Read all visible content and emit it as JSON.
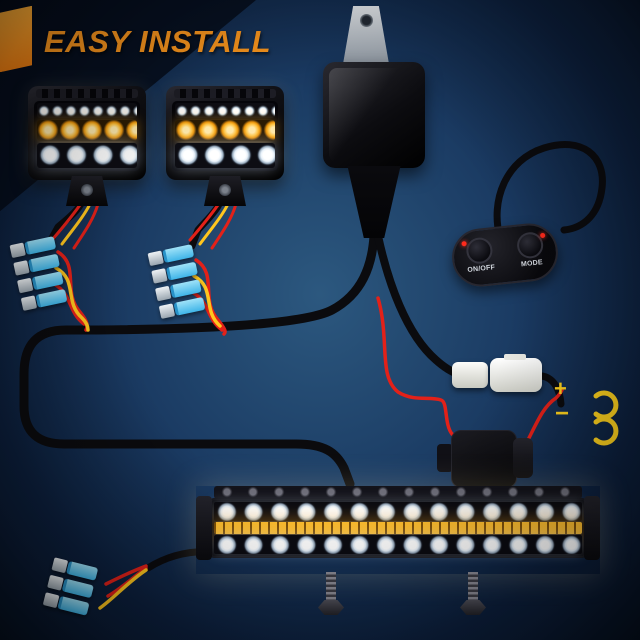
{
  "badge": {
    "label": "EASY INSTALL"
  },
  "switch_panel": {
    "power_label": "ON/OFF",
    "mode_label": "MODE"
  },
  "battery": {
    "positive_label": "+",
    "negative_label": "−"
  },
  "colors": {
    "accent_orange": "#f7941d",
    "wire_red": "#e32119",
    "wire_yellow": "#ffc61e",
    "connector_blue": "#55c3ec",
    "battery_yellow": "#ffd21e",
    "led_amber": "#ffbe2e",
    "led_white": "#ffffff",
    "background_center": "#2c587f",
    "background_edge": "#071326"
  }
}
